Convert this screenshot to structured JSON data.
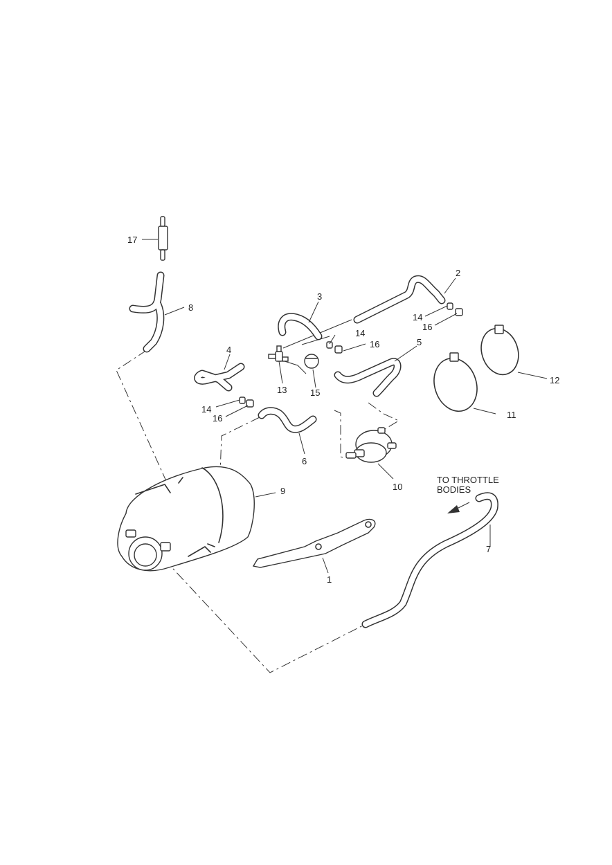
{
  "diagram": {
    "callouts": {
      "c1": "1",
      "c2": "2",
      "c3": "3",
      "c4": "4",
      "c5": "5",
      "c6": "6",
      "c7": "7",
      "c8": "8",
      "c9": "9",
      "c10": "10",
      "c11": "11",
      "c12": "12",
      "c13": "13",
      "c14a": "14",
      "c14b": "14",
      "c14c": "14",
      "c15": "15",
      "c16a": "16",
      "c16b": "16",
      "c16c": "16",
      "c17": "17"
    },
    "note": {
      "line1": "TO THROTTLE",
      "line2": "BODIES"
    }
  }
}
